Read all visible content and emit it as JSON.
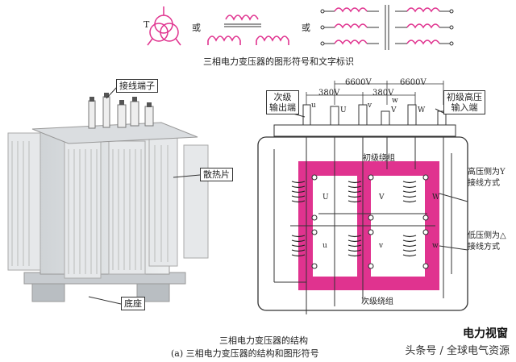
{
  "symbols": {
    "t_label": "T",
    "or_1": "或",
    "or_2": "或",
    "caption": "三相电力变压器的图形符号和文字标识"
  },
  "photo": {
    "terminals": "接线端子",
    "radiator": "散热片",
    "base": "底座",
    "caption": "三相电力变压器的结构"
  },
  "schematic": {
    "secondary_out": "次级\n输出端",
    "primary_in": "初级高压\n输入端",
    "v6600_a": "6600V",
    "v6600_b": "6600V",
    "v380_a": "380V",
    "v380_b": "380V",
    "primary_winding": "初级绕组",
    "secondary_winding": "次级绕组",
    "hv_y": "高压侧为Y\n接线方式",
    "lv_delta": "低压侧为△\n接线方式",
    "top_u": "u",
    "top_U": "U",
    "top_v": "v",
    "top_V": "V",
    "top_w": "w",
    "top_W": "W",
    "coil_U": "U",
    "coil_V": "V",
    "coil_W": "W",
    "coil_u": "u",
    "coil_v": "v",
    "coil_w": "w"
  },
  "figure_caption": "(a) 三相电力变压器的结构和图形符号",
  "watermark": {
    "source": "头条号 / 全球电气资源",
    "brand": "电力视窗"
  },
  "colors": {
    "magenta": "#e0338f",
    "core": "#e0338f",
    "outline": "#333333"
  }
}
